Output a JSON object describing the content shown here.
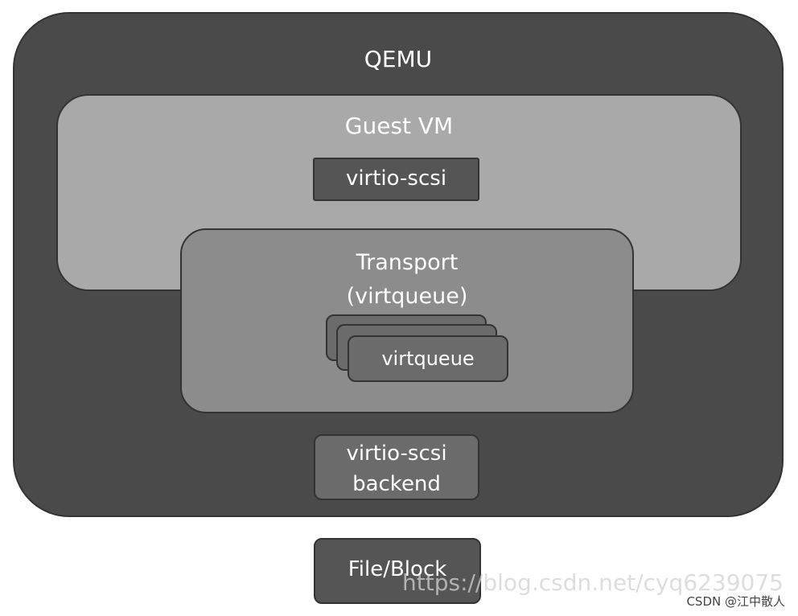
{
  "diagram": {
    "qemu": {
      "label": "QEMU"
    },
    "guest_vm": {
      "label": "Guest VM"
    },
    "virtio_scsi": {
      "label": "virtio-scsi"
    },
    "transport": {
      "label": "Transport\n(virtqueue)"
    },
    "virtqueue": {
      "label": "virtqueue"
    },
    "backend": {
      "label": "virtio-scsi\nbackend"
    },
    "file_block": {
      "label": "File/Block"
    }
  },
  "watermark": {
    "url": "https://blog.csdn.net/cyq6239075",
    "credit": "CSDN @江中散人"
  },
  "colors": {
    "qemu_fill": "#4a4a4a",
    "guest_fill": "#a9a9a9",
    "transport_fill": "#8c8c8c",
    "virtqueue_fill": "#6b6b6b",
    "virtio_scsi_fill": "#555555",
    "text": "#ffffff"
  }
}
